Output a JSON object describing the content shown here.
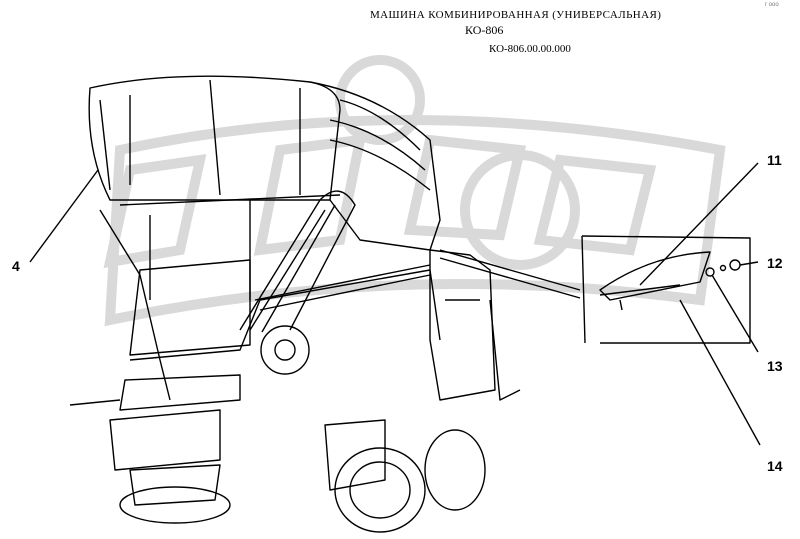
{
  "header": {
    "title": "МАШИНА КОМБИНИРОВАННАЯ (УНИВЕРСАЛЬНАЯ)",
    "model": "КО-806",
    "drawing_number": "КО-806.00.00.000"
  },
  "corner_mark": "r ooo",
  "watermark_text": "OPEX",
  "callouts": [
    "4",
    "11",
    "12",
    "13",
    "14"
  ],
  "colors": {
    "ink": "#000000",
    "watermark": "#d9d9d9",
    "background": "#ffffff"
  }
}
